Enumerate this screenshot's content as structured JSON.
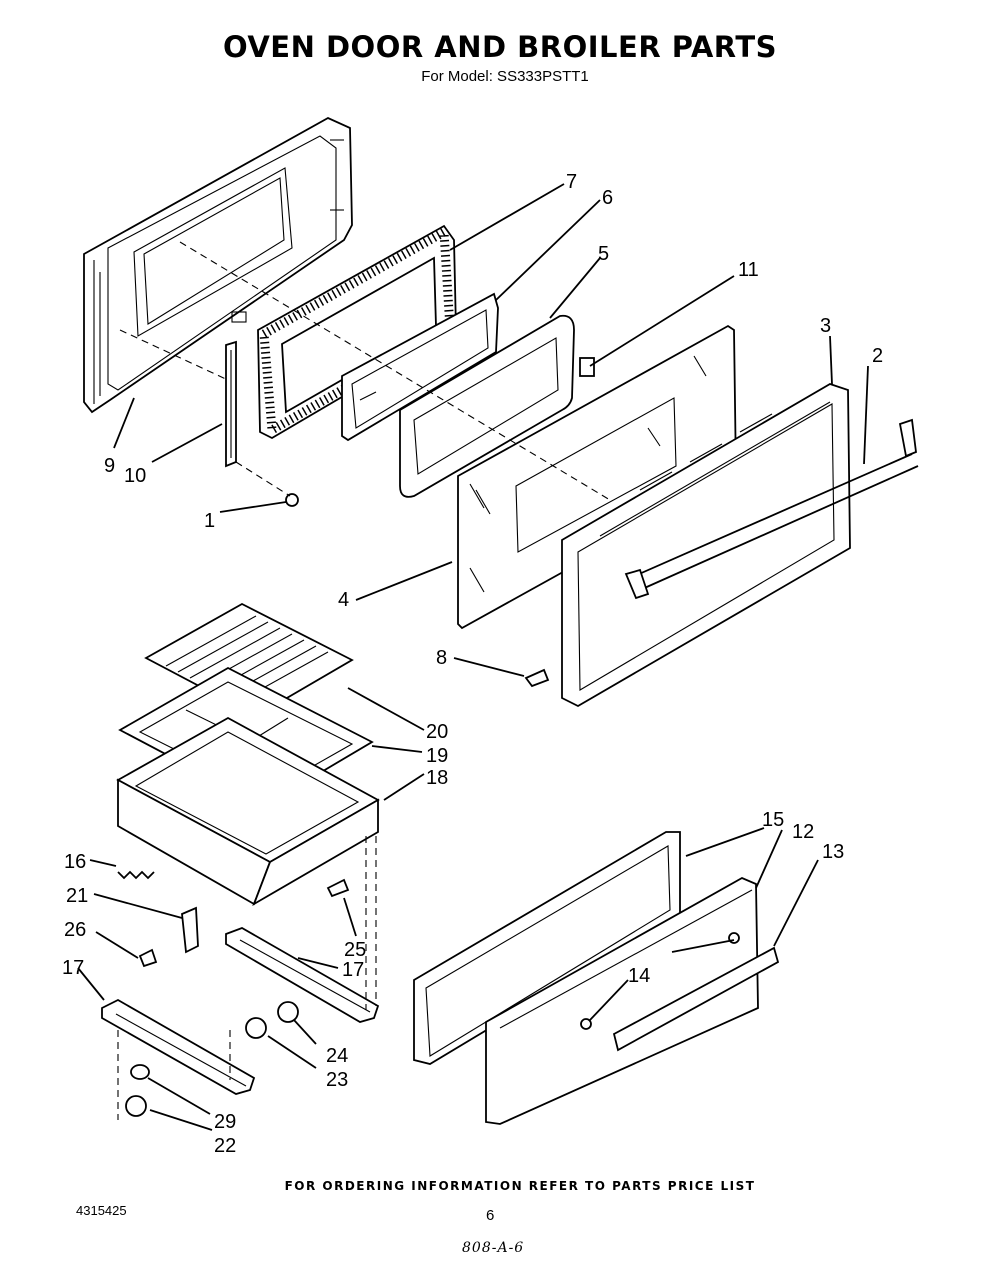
{
  "header": {
    "title": "OVEN DOOR AND BROILER PARTS",
    "subtitle": "For Model: SS333PSTT1"
  },
  "callouts": [
    {
      "id": "c1",
      "label": "1"
    },
    {
      "id": "c2",
      "label": "2"
    },
    {
      "id": "c3",
      "label": "3"
    },
    {
      "id": "c4",
      "label": "4"
    },
    {
      "id": "c5",
      "label": "5"
    },
    {
      "id": "c6",
      "label": "6"
    },
    {
      "id": "c7",
      "label": "7"
    },
    {
      "id": "c8",
      "label": "8"
    },
    {
      "id": "c9",
      "label": "9"
    },
    {
      "id": "c10",
      "label": "10"
    },
    {
      "id": "c11",
      "label": "11"
    },
    {
      "id": "c12",
      "label": "12"
    },
    {
      "id": "c13",
      "label": "13"
    },
    {
      "id": "c14",
      "label": "14"
    },
    {
      "id": "c15",
      "label": "15"
    },
    {
      "id": "c16",
      "label": "16"
    },
    {
      "id": "c17a",
      "label": "17"
    },
    {
      "id": "c17b",
      "label": "17"
    },
    {
      "id": "c18",
      "label": "18"
    },
    {
      "id": "c19",
      "label": "19"
    },
    {
      "id": "c20",
      "label": "20"
    },
    {
      "id": "c21",
      "label": "21"
    },
    {
      "id": "c22",
      "label": "22"
    },
    {
      "id": "c23",
      "label": "23"
    },
    {
      "id": "c24",
      "label": "24"
    },
    {
      "id": "c25",
      "label": "25"
    },
    {
      "id": "c26",
      "label": "26"
    },
    {
      "id": "c29",
      "label": "29"
    }
  ],
  "footer": {
    "ordering_note": "FOR ORDERING INFORMATION REFER TO PARTS PRICE LIST",
    "doc_number": "4315425",
    "page_number": "6",
    "ref_code": "808-A-6"
  }
}
